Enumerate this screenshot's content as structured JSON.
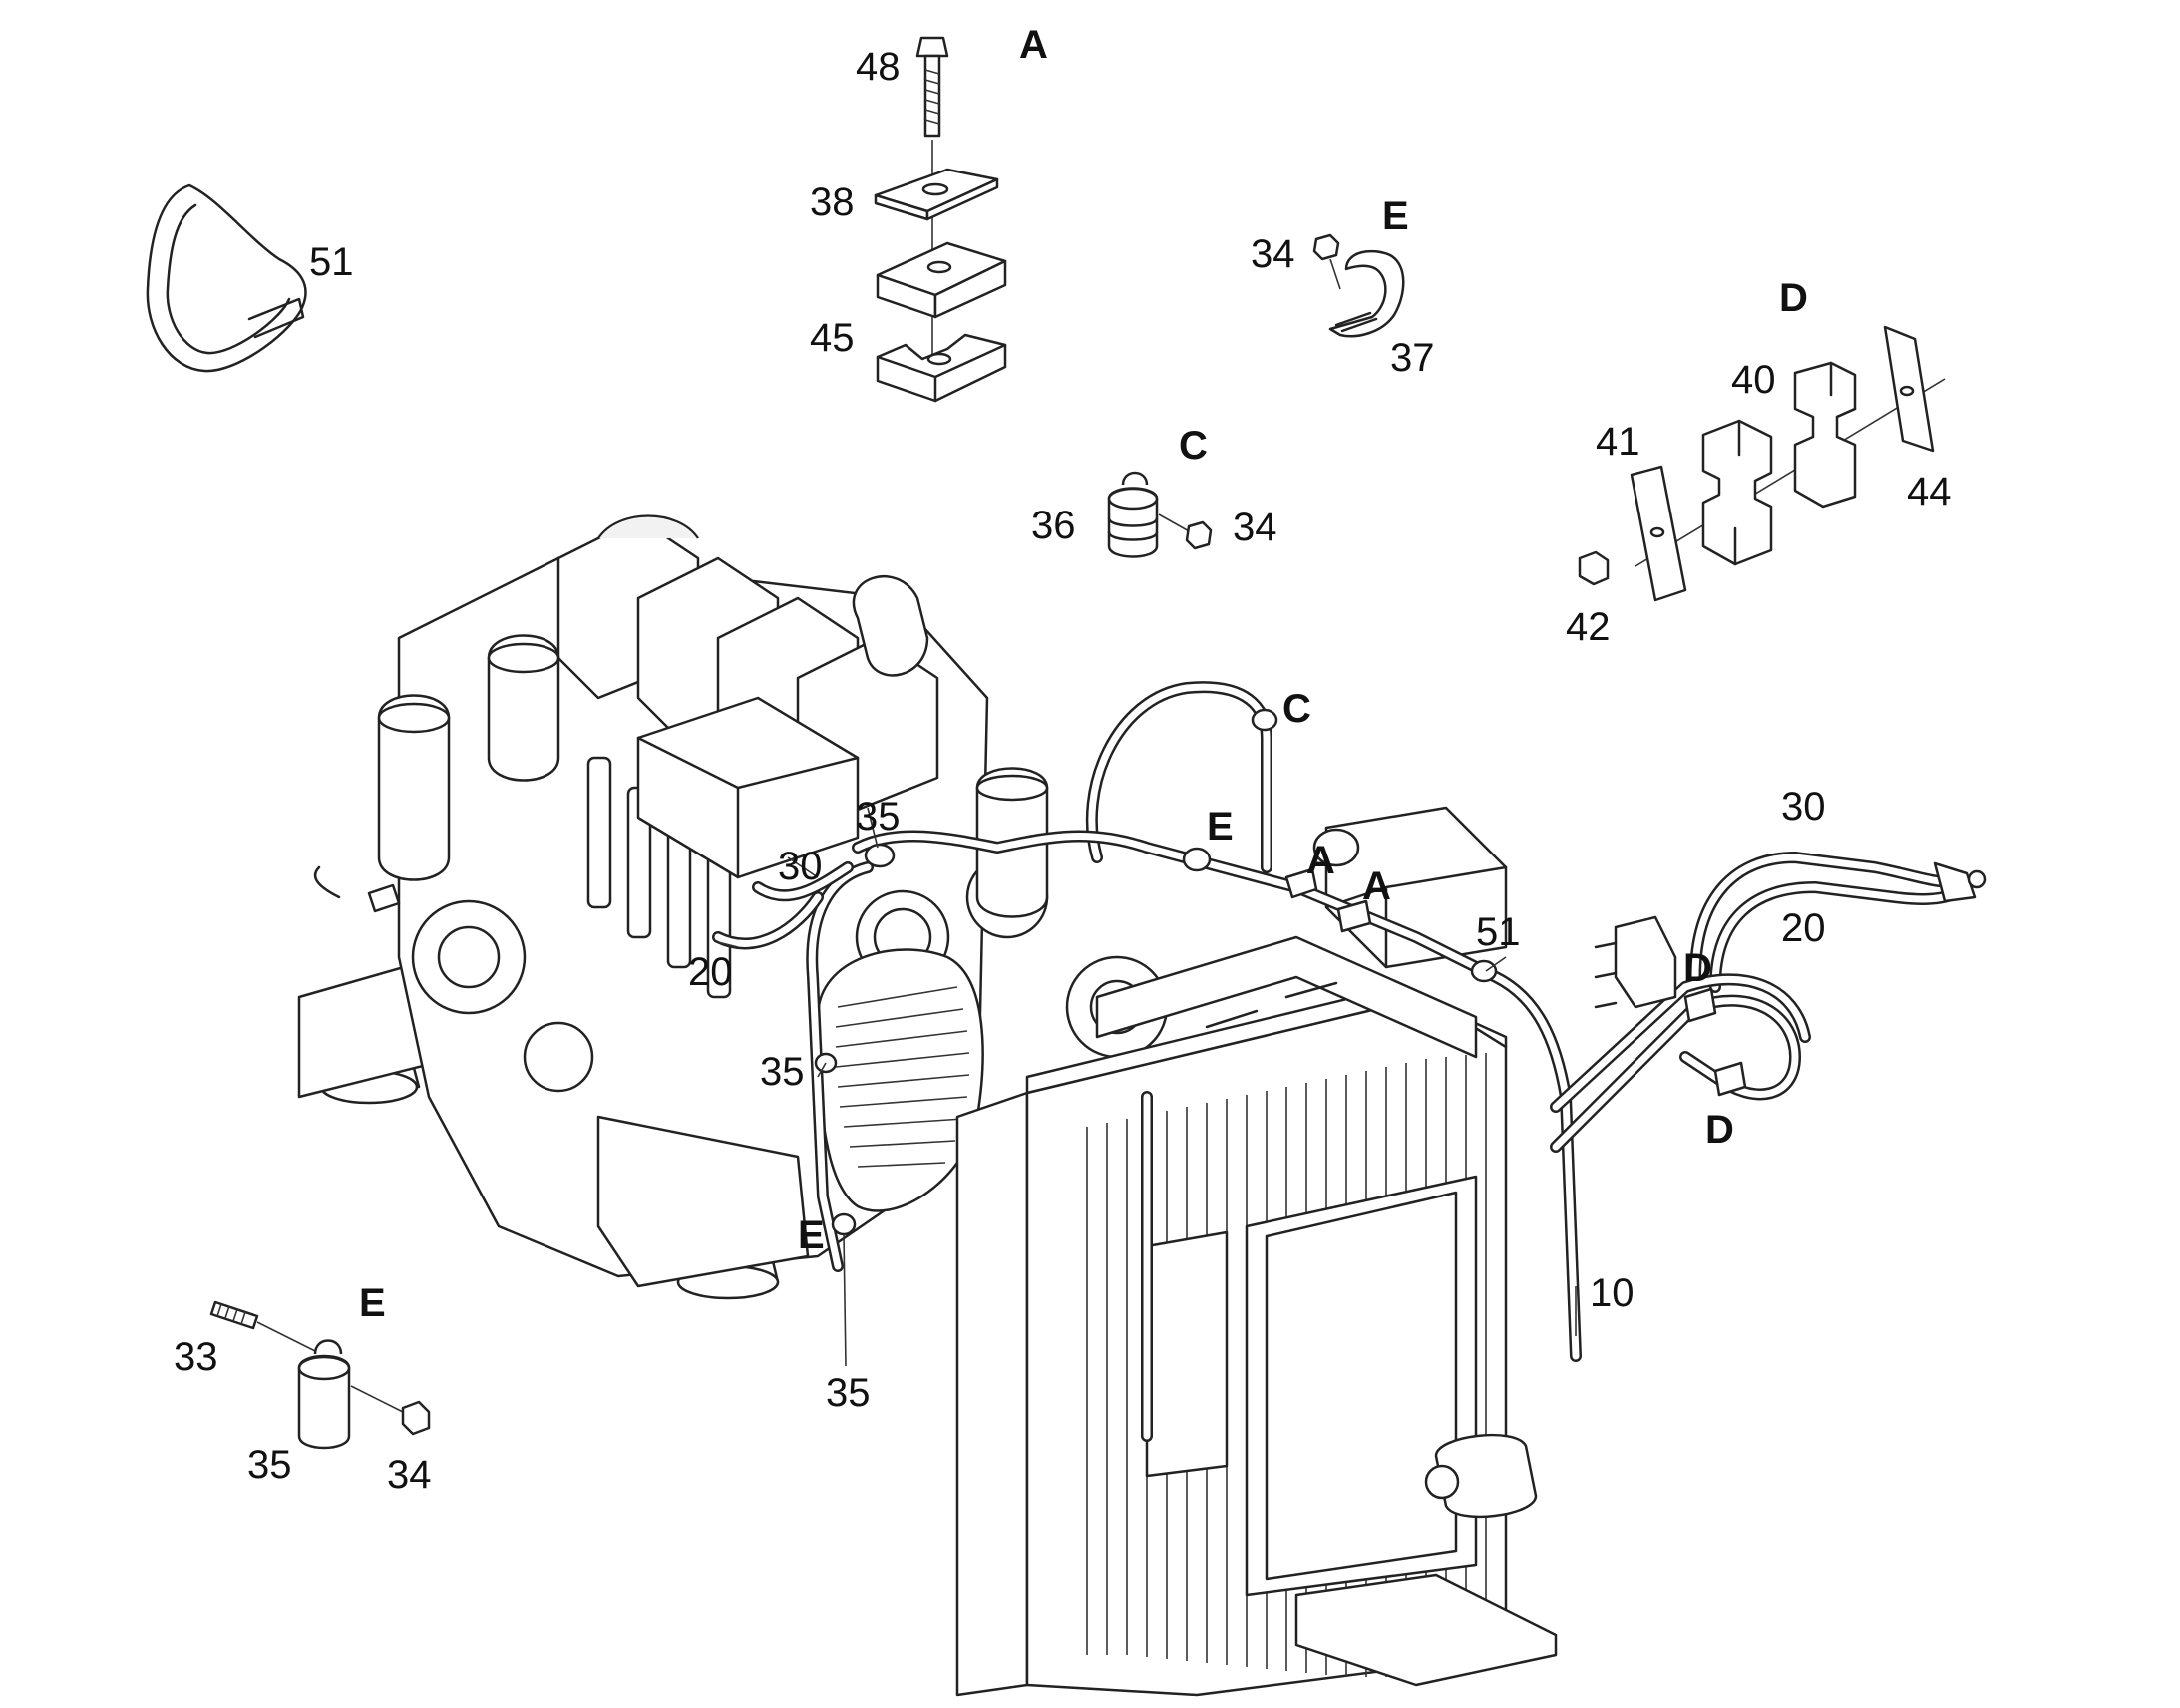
{
  "diagram": {
    "background": "#ffffff",
    "ink": "#222222",
    "callouts": {
      "c48": "48",
      "c38": "38",
      "c45": "45",
      "c51a": "51",
      "c34e": "34",
      "c37": "37",
      "c36": "36",
      "c34c": "34",
      "c40": "40",
      "c41": "41",
      "c44": "44",
      "c42": "42",
      "c35a": "35",
      "c30a": "30",
      "c20a": "20",
      "c35b": "35",
      "c35c": "35",
      "c51b": "51",
      "c30b": "30",
      "c20b": "20",
      "c10": "10",
      "c33": "33",
      "c35d": "35",
      "c34d": "34"
    },
    "detail_letters": {
      "A_detail": "A",
      "E_detail_top": "E",
      "C_detail": "C",
      "D_detail": "D",
      "C_view": "C",
      "E_view": "E",
      "A_view1": "A",
      "A_view2": "A",
      "D_view1": "D",
      "D_view2": "D",
      "E_view2": "E",
      "E_detail_bottom": "E"
    }
  }
}
